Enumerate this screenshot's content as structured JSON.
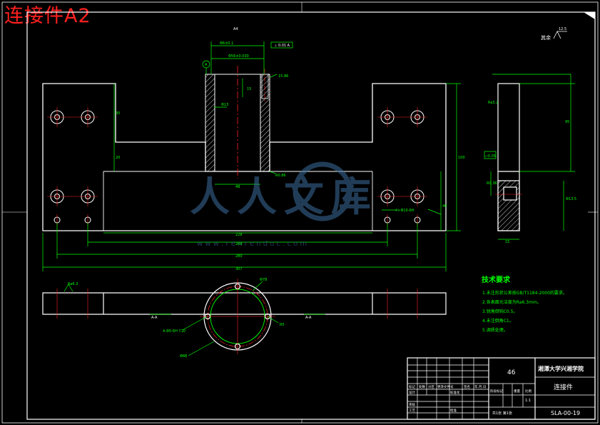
{
  "drawing_title": "连接件A2",
  "sheet_number_label": "A4",
  "roughness_other": "其余",
  "roughness_other_value": "12.5",
  "watermark": {
    "brand": "人人文库",
    "url": "w w w . r e n r e n d o c . c o m",
    "color": "#3c6e9e"
  },
  "tech_requirements": {
    "heading": "技术要求",
    "items": [
      "1.未注形状公差按GB/T1184-2000的要求。",
      "2.各表面光洁度为Ra6.3mm。",
      "3.锐角倒钝C0.5。",
      "4.未注倒角C1。",
      "5.调质处理。"
    ]
  },
  "title_block": {
    "scale_value": "46",
    "school": "湘潭大学兴湘学院",
    "part_name": "连接件",
    "drawing_no": "SLA-00-19",
    "sheet_text": "共1张 第1张",
    "header_row": [
      "标记",
      "处数",
      "分区",
      "更改文件号",
      "签名",
      "年.月.日"
    ],
    "design_row": [
      "设计",
      "",
      "",
      "标准化",
      "",
      ""
    ],
    "stage_labels": [
      "阶段标记",
      "重量",
      "比例"
    ],
    "ratio": "1:1",
    "bottom_labels": [
      "审核",
      "工艺",
      "批准"
    ]
  },
  "colors": {
    "background": "#000000",
    "outline": "#ffffff",
    "dimension": "#00ff00",
    "centerline": "#ff2020",
    "title_text": "#ff2020"
  }
}
